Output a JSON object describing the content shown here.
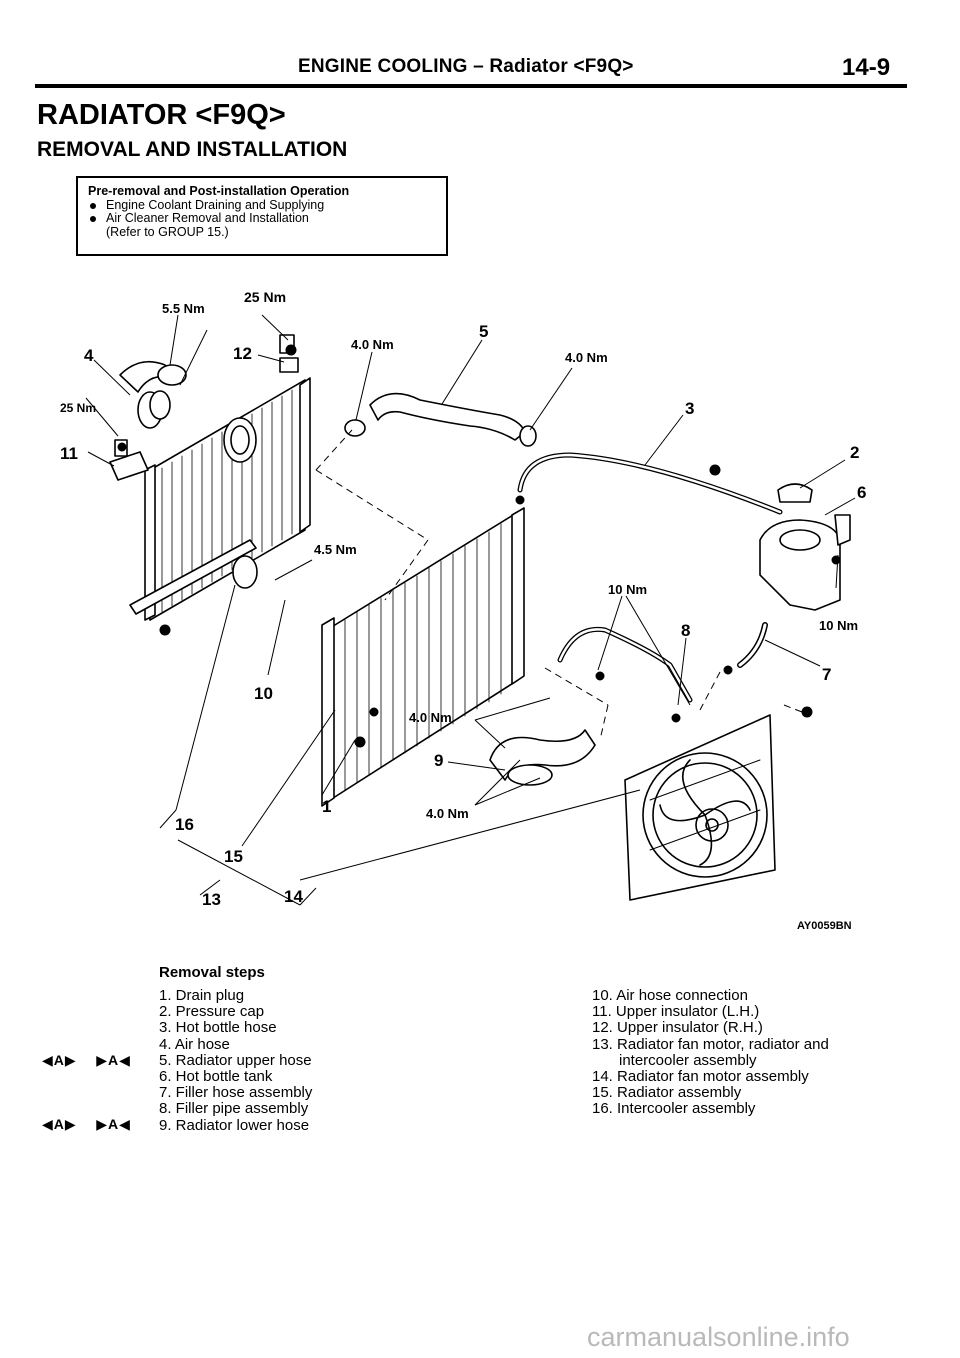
{
  "header": {
    "title": "ENGINE COOLING – Radiator <F9Q>",
    "page": "14-9"
  },
  "heading": "RADIATOR <F9Q>",
  "subheading": "REMOVAL AND INSTALLATION",
  "pre_removal": {
    "title": "Pre-removal and Post-installation Operation",
    "items": [
      "Engine Coolant Draining and Supplying",
      "Air Cleaner Removal and Installation"
    ],
    "note": "(Refer to GROUP 15.)"
  },
  "diagram": {
    "figure_code": "AY0059BN",
    "torques": {
      "t_5_5": "5.5 Nm",
      "t_25_top": "25 Nm",
      "t_25_left": "25 Nm",
      "t_4_0_a": "4.0 Nm",
      "t_4_0_b": "4.0 Nm",
      "t_4_5": "4.5 Nm",
      "t_10_a": "10 Nm",
      "t_10_b": "10 Nm",
      "t_4_0_c": "4.0 Nm",
      "t_4_0_d": "4.0 Nm"
    },
    "callouts": {
      "c1": "1",
      "c2": "2",
      "c3": "3",
      "c4": "4",
      "c5": "5",
      "c6": "6",
      "c7": "7",
      "c8": "8",
      "c9": "9",
      "c10": "10",
      "c11": "11",
      "c12": "12",
      "c13": "13",
      "c14": "14",
      "c15": "15",
      "c16": "16"
    }
  },
  "removal_steps": {
    "title": "Removal steps",
    "symbol_a": "◀A▶",
    "symbol_b": "▶A◀",
    "left": [
      "1. Drain plug",
      "2. Pressure cap",
      "3. Hot bottle hose",
      "4. Air hose",
      "5. Radiator upper hose",
      "6. Hot bottle tank",
      "7. Filler hose assembly",
      "8. Filler pipe assembly",
      "9. Radiator lower hose"
    ],
    "right": [
      "10. Air hose connection",
      "11. Upper insulator (L.H.)",
      "12. Upper insulator (R.H.)",
      "13. Radiator fan motor, radiator and intercooler assembly",
      "14. Radiator fan motor assembly",
      "15. Radiator assembly",
      "16. Intercooler assembly"
    ]
  },
  "watermark": "carmanualsonline.info"
}
